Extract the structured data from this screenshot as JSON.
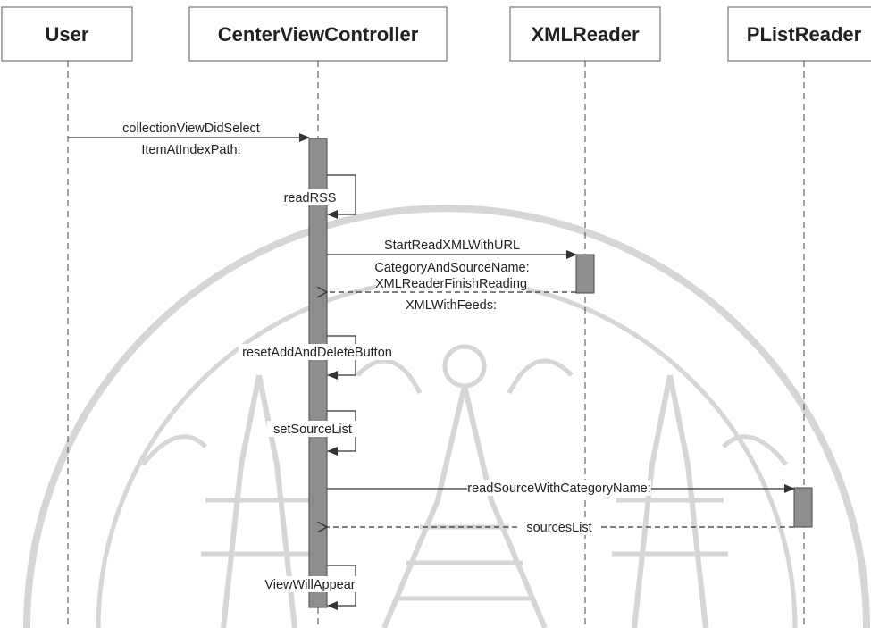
{
  "lifelines": [
    {
      "id": "user",
      "label": "User"
    },
    {
      "id": "center",
      "label": "CenterViewController"
    },
    {
      "id": "xml",
      "label": "XMLReader"
    },
    {
      "id": "plist",
      "label": "PListReader"
    }
  ],
  "messages": [
    {
      "id": "collection",
      "lines": [
        "collectionViewDidSelect",
        "ItemAtIndexPath:"
      ],
      "from": "user",
      "to": "center",
      "kind": "call"
    },
    {
      "id": "readrss",
      "lines": [
        "readRSS"
      ],
      "from": "center",
      "to": "center",
      "kind": "self"
    },
    {
      "id": "startread",
      "lines": [
        "StartReadXMLWithURL",
        "CategoryAndSourceName:"
      ],
      "from": "center",
      "to": "xml",
      "kind": "call"
    },
    {
      "id": "finish",
      "lines": [
        "XMLReaderFinishReading",
        "XMLWithFeeds:"
      ],
      "from": "xml",
      "to": "center",
      "kind": "return"
    },
    {
      "id": "reset",
      "lines": [
        "resetAddAndDeleteButton"
      ],
      "from": "center",
      "to": "center",
      "kind": "self"
    },
    {
      "id": "setsource",
      "lines": [
        "setSourceList"
      ],
      "from": "center",
      "to": "center",
      "kind": "self"
    },
    {
      "id": "readsource",
      "lines": [
        "readSourceWithCategoryName:"
      ],
      "from": "center",
      "to": "plist",
      "kind": "call"
    },
    {
      "id": "sourceslist",
      "lines": [
        "sourcesList"
      ],
      "from": "plist",
      "to": "center",
      "kind": "return"
    },
    {
      "id": "viewwill",
      "lines": [
        "ViewWillAppear"
      ],
      "from": "center",
      "to": "center",
      "kind": "self"
    }
  ],
  "colors": {
    "line": "#444444",
    "activation": "#8e8e8e",
    "head_border": "#777777",
    "watermark": "#d6d6d6"
  }
}
